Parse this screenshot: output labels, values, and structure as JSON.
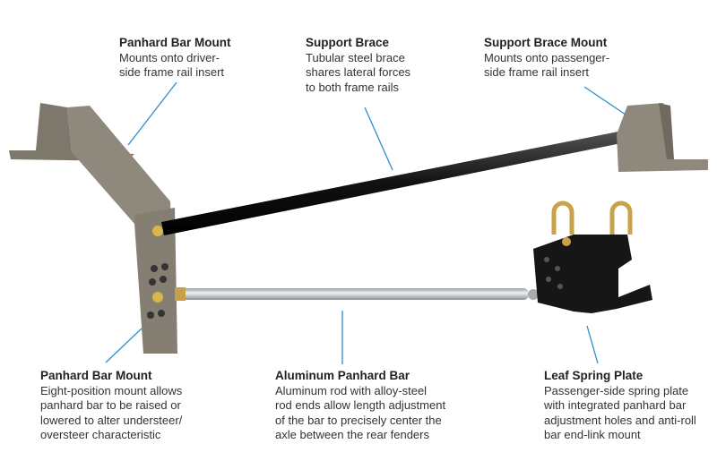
{
  "callouts": [
    {
      "title": "Panhard Bar Mount",
      "desc": "Mounts onto driver-\nside frame rail insert"
    },
    {
      "title": "Support Brace",
      "desc": "Tubular steel brace\nshares lateral forces\nto both frame rails"
    },
    {
      "title": "Support Brace Mount",
      "desc": "Mounts onto passenger-\nside frame rail insert"
    },
    {
      "title": "Panhard Bar Mount",
      "desc": "Eight-position mount allows\npanhard bar to be raised or\nlowered to alter understeer/\noversteer characteristic"
    },
    {
      "title": "Aluminum Panhard Bar",
      "desc": "Aluminum rod with alloy-steel\nrod ends allow length adjustment\nof the bar to precisely center the\naxle between the rear fenders"
    },
    {
      "title": "Leaf Spring Plate",
      "desc": "Passenger-side spring plate\nwith integrated panhard bar\nadjustment holes and anti-roll\nbar end-link mount"
    }
  ],
  "colors": {
    "leader": "#2b8fcf",
    "bracket": "#8f887c",
    "brace": "#1c1c1c",
    "rod": "#c9ccd0"
  }
}
